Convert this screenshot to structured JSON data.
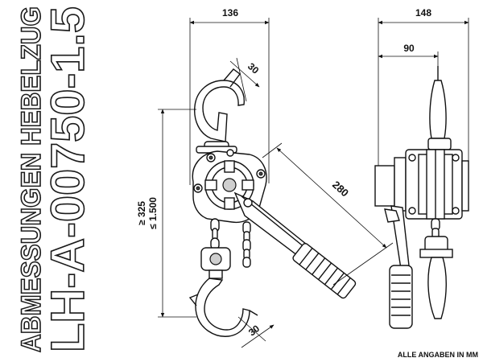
{
  "title": {
    "line1": "ABMESSUNGEN HEBELZUG",
    "line2": "LH-A-00750-1.5"
  },
  "dimensions": {
    "body_width": "136",
    "total_width": "148",
    "side_width": "90",
    "hook_top": "30",
    "hook_bottom": "30",
    "lever_length": "280",
    "height_min": "≥ 325",
    "lift_max": "≤ 1.500"
  },
  "footer_note": "ALLE ANGABEN IN MM"
}
